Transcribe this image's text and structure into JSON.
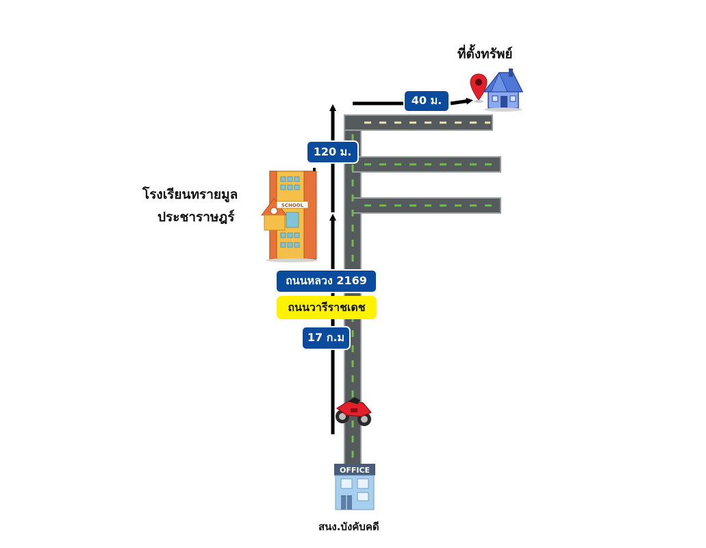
{
  "labels": {
    "property": "ที่ตั้งทรัพย์",
    "school_line1": "โรงเรียนทรายมูล",
    "school_line2": "ประชาราษฎร์",
    "office": "สนง.บังคับคดี",
    "office_sign": "OFFICE",
    "school_sign": "SCHOOL"
  },
  "badges": {
    "dist_40": "40 ม.",
    "dist_120": "120 ม.",
    "highway": "ถนนหลวง 2169",
    "road_name": "ถนนวารีราชเดช",
    "dist_17km": "17 ก.ม"
  },
  "colors": {
    "road": "#555a5c",
    "road_edge": "#9a9e9f",
    "center_dash": "#6fbf4a",
    "lane_dash": "#f3e6b4",
    "badge_blue": "#0a4b9e",
    "badge_yellow": "#fff200",
    "pin_red": "#e0202a",
    "house_blue": "#4f78d6",
    "school_yellow": "#f5c04a",
    "office_blue": "#a9cfee",
    "bike_red": "#e0202a"
  },
  "icons": {
    "pin": "map-pin-icon",
    "house": "house-icon",
    "school": "school-building-icon",
    "office": "office-building-icon",
    "bike": "motorcycle-icon"
  }
}
